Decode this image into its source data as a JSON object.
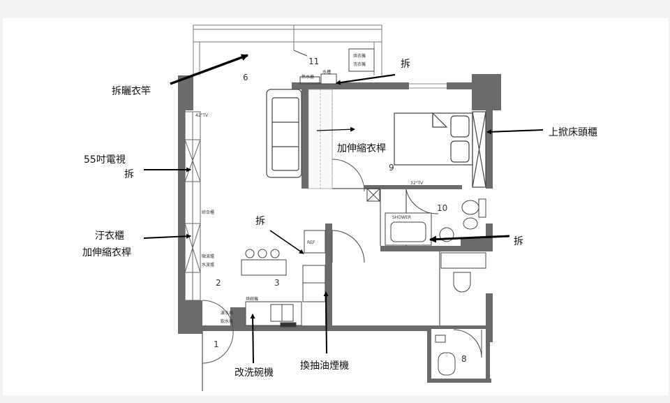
{
  "annotations": {
    "remove_drying_rack": "拆曬衣竿",
    "tv55_line1": "55吋電視",
    "tv55_line2": "拆",
    "wardrobe_line1": "汙衣櫃",
    "wardrobe_line2": "加伸縮衣桿",
    "remove_top": "拆",
    "remove_mid": "拆",
    "remove_right": "拆",
    "telescoping_rod": "加伸縮衣桿",
    "lift_headboard": "上掀床頭櫃",
    "dishwasher": "改洗碗機",
    "range_hood": "換抽油煙機"
  },
  "rooms": {
    "r1": "1",
    "r2": "2",
    "r3": "3",
    "r6": "6",
    "r8": "8",
    "r9": "9",
    "r10": "10",
    "r11": "11"
  },
  "fixtures": {
    "tv42": "42\"TV",
    "tv32": "32\"TV",
    "cabinet": "綜合櫃",
    "microwave1": "微波爐",
    "microwave2": "水波爐",
    "ref": "REF",
    "oven": "烘碗機",
    "water_heater": "熱水器",
    "water_tank": "水槽",
    "dryer": "烘衣機",
    "washer": "洗衣機",
    "shower": "SHOWER",
    "fridge_label1": "濾水器",
    "fridge_label2": "飲水機"
  }
}
